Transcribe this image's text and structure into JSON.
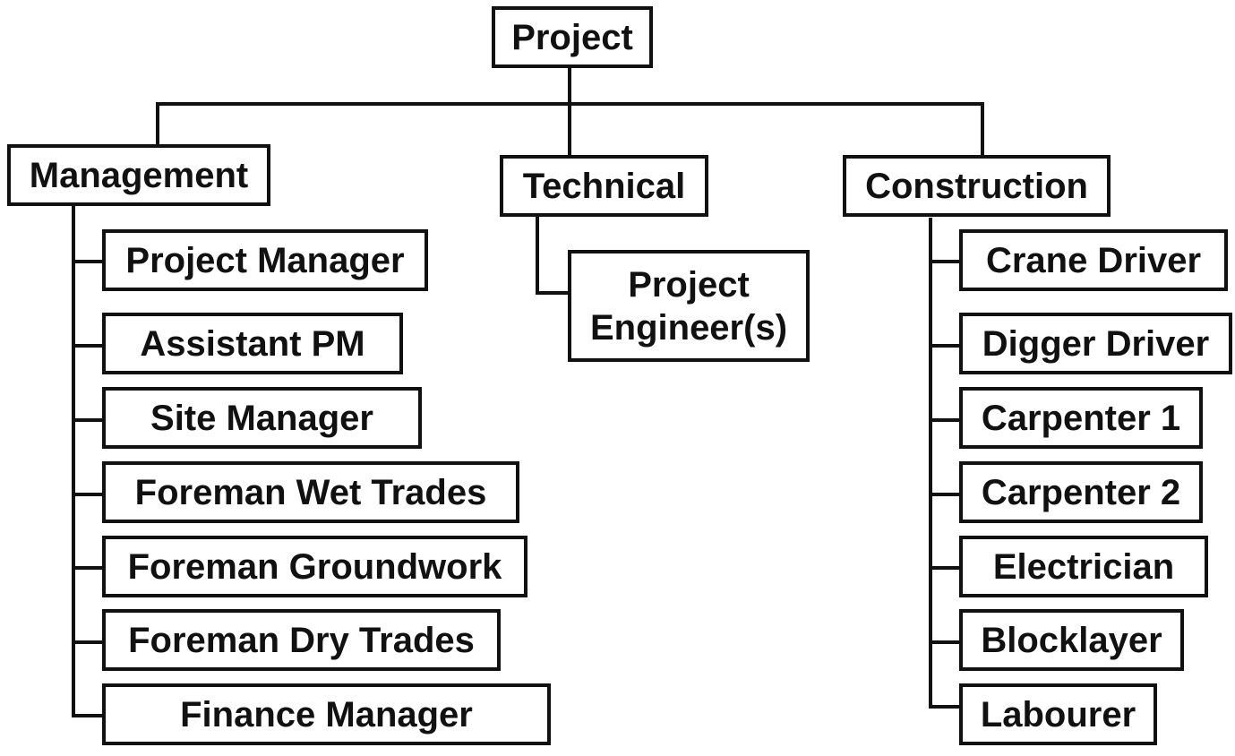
{
  "root": {
    "label": "Project"
  },
  "departments": [
    {
      "label": "Management",
      "roles": [
        "Project Manager",
        "Assistant PM",
        "Site Manager",
        "Foreman Wet Trades",
        "Foreman Groundwork",
        "Foreman Dry Trades",
        "Finance Manager"
      ]
    },
    {
      "label": "Technical",
      "roles": [
        [
          "Project",
          "Engineer(s)"
        ]
      ]
    },
    {
      "label": "Construction",
      "roles": [
        "Crane Driver",
        "Digger Driver",
        "Carpenter 1",
        "Carpenter 2",
        "Electrician",
        "Blocklayer",
        "Labourer"
      ]
    }
  ]
}
